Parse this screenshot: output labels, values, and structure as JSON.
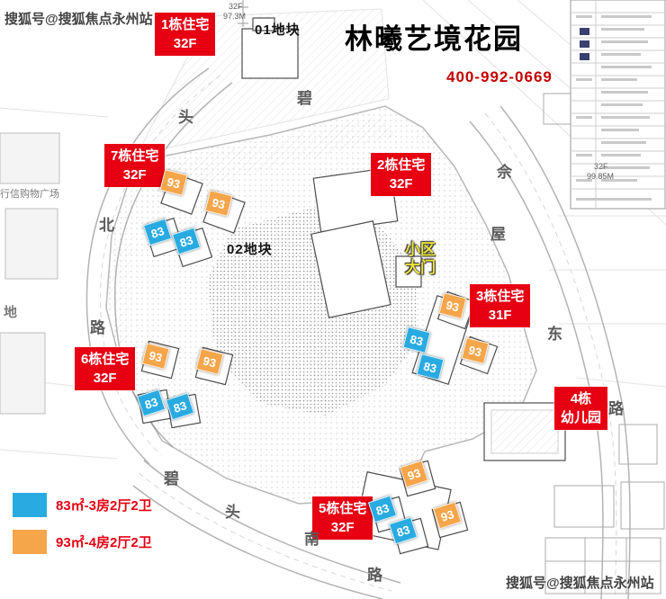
{
  "watermarks": {
    "top_left": "搜狐号@搜狐焦点永州站",
    "bottom_right": "搜狐号@搜狐焦点永州站"
  },
  "header": {
    "title": "林曦艺境花园",
    "phone": "400-992-0669"
  },
  "parcels": {
    "parcel_01": "01地块",
    "parcel_02": "02地块"
  },
  "gate": {
    "line1": "小区",
    "line2": "大门"
  },
  "buildings": [
    {
      "name": "1栋住宅",
      "floors": "32F"
    },
    {
      "name": "2栋住宅",
      "floors": "32F"
    },
    {
      "name": "3栋住宅",
      "floors": "31F"
    },
    {
      "name": "4栋",
      "floors": "幼儿园"
    },
    {
      "name": "5栋住宅",
      "floors": "32F"
    },
    {
      "name": "6栋住宅",
      "floors": "32F"
    },
    {
      "name": "7栋住宅",
      "floors": "32F"
    }
  ],
  "unit_tags": [
    {
      "value": "93"
    },
    {
      "value": "93"
    },
    {
      "value": "83"
    },
    {
      "value": "83"
    },
    {
      "value": "93"
    },
    {
      "value": "93"
    },
    {
      "value": "83"
    },
    {
      "value": "83"
    },
    {
      "value": "83"
    },
    {
      "value": "83"
    },
    {
      "value": "93"
    },
    {
      "value": "93"
    },
    {
      "value": "93"
    },
    {
      "value": "83"
    },
    {
      "value": "83"
    },
    {
      "value": "93"
    }
  ],
  "legend": {
    "items": [
      {
        "label": "83㎡-3房2厅2卫",
        "color": "#29abe2"
      },
      {
        "label": "93㎡-4房2厅2卫",
        "color": "#f5a54a"
      }
    ]
  },
  "streets": [
    {
      "char": "碧"
    },
    {
      "char": "头"
    },
    {
      "char": "北"
    },
    {
      "char": "路"
    },
    {
      "char": "碧"
    },
    {
      "char": "头"
    },
    {
      "char": "南"
    },
    {
      "char": "路"
    },
    {
      "char": "佘"
    },
    {
      "char": "屋"
    },
    {
      "char": "东"
    },
    {
      "char": "路"
    }
  ],
  "poi": {
    "mall": "行信购物广场",
    "land": "地"
  },
  "annotations": [
    {
      "text": "32F"
    },
    {
      "text": "97.3M"
    },
    {
      "text": "32F"
    },
    {
      "text": "99.85M"
    }
  ],
  "colors": {
    "red": "#e60012",
    "blue": "#29abe2",
    "orange": "#f5a54a",
    "yellow": "#ece33b"
  }
}
